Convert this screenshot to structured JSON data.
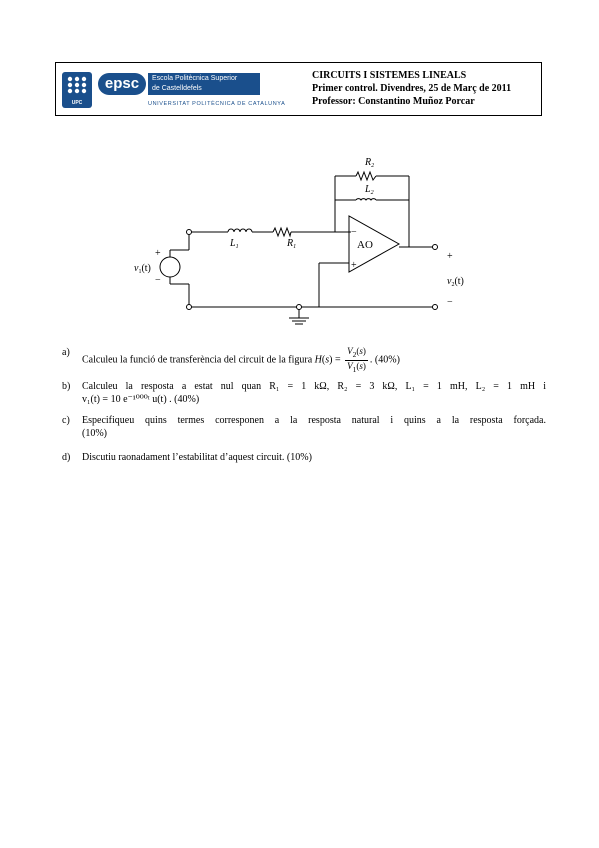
{
  "header": {
    "logo": {
      "upc": "UPC",
      "epsc": "epsc",
      "school_line1": "Escola Politècnica Superior",
      "school_line2": "de Castelldefels",
      "university": "UNIVERSITAT POLITÈCNICA DE CATALUNYA"
    },
    "line1": "CIRCUITS I SISTEMES LINEALS",
    "line2": "Primer control. Divendres, 25 de Març de 2011",
    "line3": "Professor: Constantino Muñoz Porcar"
  },
  "circuit": {
    "R2": "R",
    "R2sub": "2",
    "L2": "L",
    "L2sub": "2",
    "L1": "L",
    "L1sub": "1",
    "R1": "R",
    "R1sub": "1",
    "opamp": "AO",
    "source": "v",
    "source_sub": "1",
    "source_arg": "(t)",
    "output": "v",
    "output_sub": "2",
    "output_arg": "(t)",
    "plus": "+",
    "minus": "−"
  },
  "questions": {
    "a": {
      "label": "a)",
      "text": "Calculeu la funció de transferència del circuit de la figura",
      "H": "H",
      "s": "s",
      "num": "V",
      "num_sub": "2",
      "den": "V",
      "den_sub": "1",
      "weight": ". (40%)"
    },
    "b": {
      "label": "b)",
      "line1": "Calculeu la resposta a estat nul quan R₁ = 1 kΩ, R₂ = 3 kΩ, L₁ = 1 mH, L₂ = 1 mH i",
      "line2": "v₁(t) = 10 e⁻¹⁰⁰⁰ᵗ u(t) . (40%)"
    },
    "c": {
      "label": "c)",
      "text": "Especifiqueu quins termes corresponen a la resposta natural i quins a la resposta forçada.",
      "weight": "(10%)"
    },
    "d": {
      "label": "d)",
      "text": "Discutiu raonadament l’estabilitat d’aquest circuit. (10%)"
    }
  }
}
